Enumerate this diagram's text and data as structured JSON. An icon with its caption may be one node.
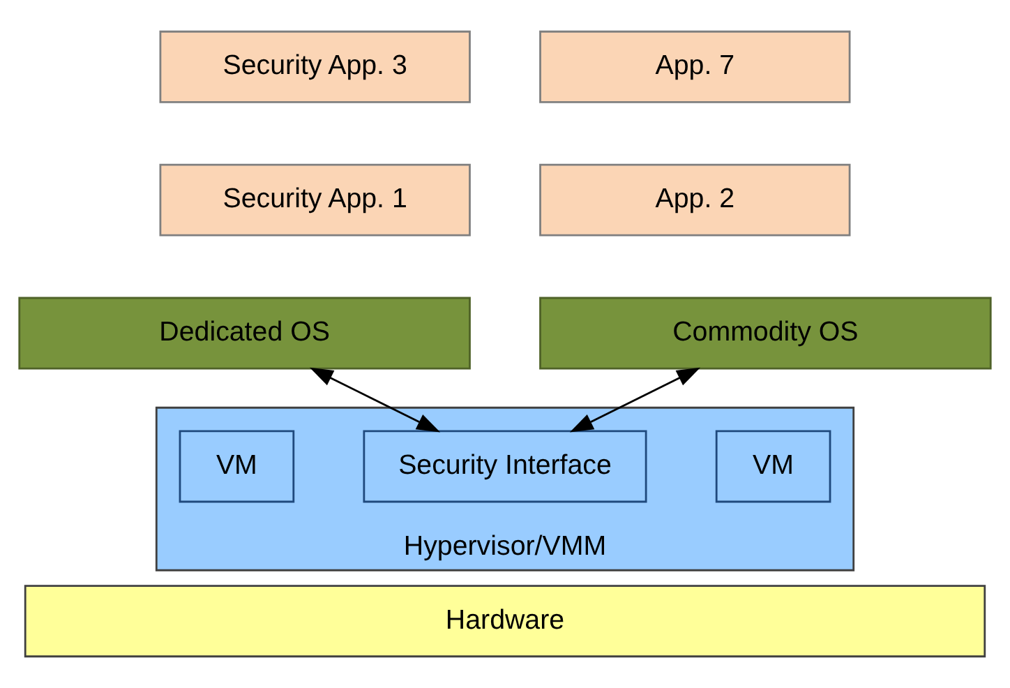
{
  "diagram": {
    "nodes": [
      {
        "text": [
          "Security App. 3"
        ]
      },
      {
        "text": [
          "App. 7"
        ]
      },
      {
        "text": [
          "Security App. 1"
        ]
      },
      {
        "text": [
          "App. 2"
        ]
      },
      {
        "text": [
          "Dedicated OS"
        ]
      },
      {
        "text": [
          "Commodity OS"
        ]
      },
      {
        "text": [
          "Hypervisor/VMM"
        ]
      },
      {
        "text": [
          "VM"
        ],
        "in": 6
      },
      {
        "text": [
          "Security Interface"
        ],
        "in": 6
      },
      {
        "text": [
          "VM"
        ],
        "in": 6
      },
      {
        "text": [
          "Hardware"
        ]
      }
    ],
    "edges": [
      {
        "from": 4,
        "to": 8,
        "arrow": "both"
      },
      {
        "from": 5,
        "to": 8,
        "arrow": "both"
      }
    ]
  }
}
